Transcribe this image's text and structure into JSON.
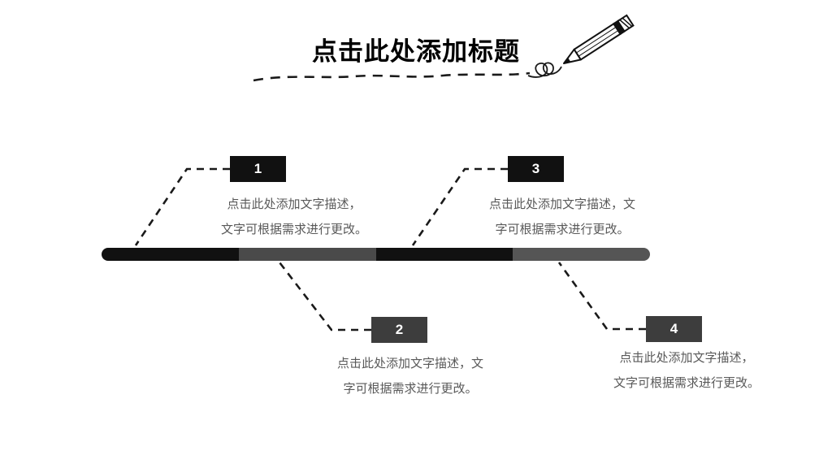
{
  "slide": {
    "title": "点击此处添加标题",
    "colors": {
      "background": "#ffffff",
      "title_text": "#000000",
      "badge_dark": "#111111",
      "badge_gray": "#3d3d3d",
      "body_text": "#595959",
      "connector": "#1a1a1a"
    },
    "timeline": {
      "segments": [
        "#111111",
        "#4a4a4a",
        "#111111",
        "#555555"
      ]
    },
    "steps": [
      {
        "number": "1",
        "position": "above",
        "lines": [
          "点击此处添加文字描述，",
          "文字可根据需求进行更改。"
        ]
      },
      {
        "number": "2",
        "position": "below",
        "lines": [
          "点击此处添加文字描述，文",
          "字可根据需求进行更改。"
        ]
      },
      {
        "number": "3",
        "position": "above",
        "lines": [
          "点击此处添加文字描述，文",
          "字可根据需求进行更改。"
        ]
      },
      {
        "number": "4",
        "position": "below",
        "lines": [
          "点击此处添加文字描述，",
          "文字可根据需求进行更改。"
        ]
      }
    ]
  }
}
